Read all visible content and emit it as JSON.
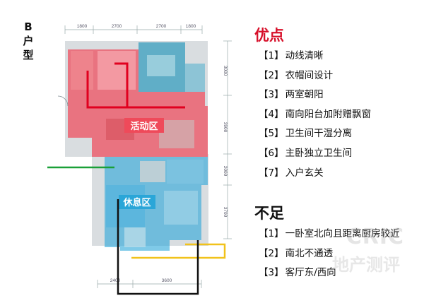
{
  "unit": {
    "title_chars": [
      "B",
      "户",
      "型"
    ]
  },
  "plan": {
    "dims_top": [
      "1800",
      "2700",
      "2700",
      "1800"
    ],
    "dims_right": [
      "3000",
      "3900",
      "2000",
      "3700"
    ],
    "dims_bottom": [
      "2400",
      "3600"
    ],
    "zone_active": "活动区",
    "zone_rest": "休息区"
  },
  "pros": {
    "heading": "优点",
    "items": [
      {
        "tag": "【1】",
        "text": "动线清晰"
      },
      {
        "tag": "【2】",
        "text": "衣帽间设计"
      },
      {
        "tag": "【3】",
        "text": "两室朝阳"
      },
      {
        "tag": "【4】",
        "text": "南向阳台加附赠飘窗"
      },
      {
        "tag": "【5】",
        "text": "卫生间干湿分离"
      },
      {
        "tag": "【6】",
        "text": "主卧独立卫生间"
      },
      {
        "tag": "【7】",
        "text": "入户玄关"
      }
    ]
  },
  "cons": {
    "heading": "不足",
    "items": [
      {
        "tag": "【1】",
        "text": "一卧室北向且距离厨房较近"
      },
      {
        "tag": "【2】",
        "text": "南北不通透"
      },
      {
        "tag": "【3】",
        "text": "客厅东/西向"
      }
    ]
  },
  "watermark": {
    "line1": "CRIC",
    "line2": "地产测评"
  },
  "colors": {
    "active_zone": "#ef4a5a",
    "rest_zone": "#2aa6d8",
    "accent_red": "#d7102a",
    "line_green": "#1aa038",
    "line_yellow": "#f1c21b",
    "line_black": "#111111"
  }
}
